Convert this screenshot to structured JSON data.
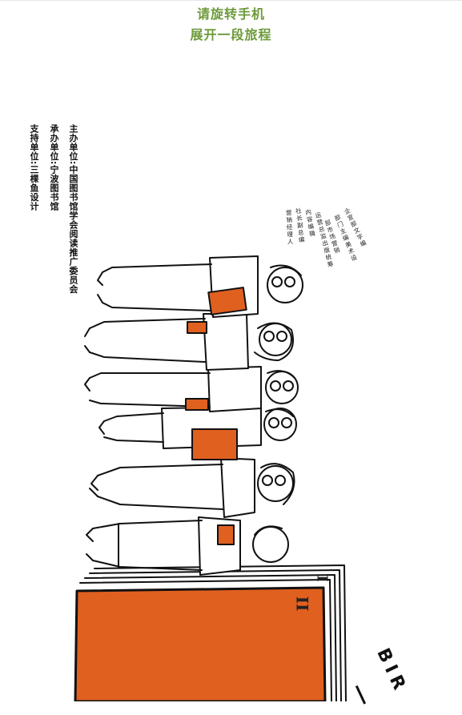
{
  "hint": {
    "line1": "请旋转手机",
    "line2": "展开一段旅程"
  },
  "credits": {
    "host": "主办单位:中国图书馆学会阅读推广委员会",
    "organizer": "承办单位:宁波图书馆",
    "support": "支持单位:三棵鱼设计"
  },
  "roles": [
    "企宣部文字编",
    "部门主编美术设",
    "部市场营销",
    "运营总监出版统筹",
    "内容编辑",
    "社长副总编",
    "营销经理人"
  ],
  "book": {
    "volume_front": "II",
    "volume_back": "I",
    "brand_line1": "BIR",
    "brand_line2": "一"
  },
  "colors": {
    "accent": "#e0601f",
    "hint": "#6d9a3b",
    "ink": "#111111"
  }
}
